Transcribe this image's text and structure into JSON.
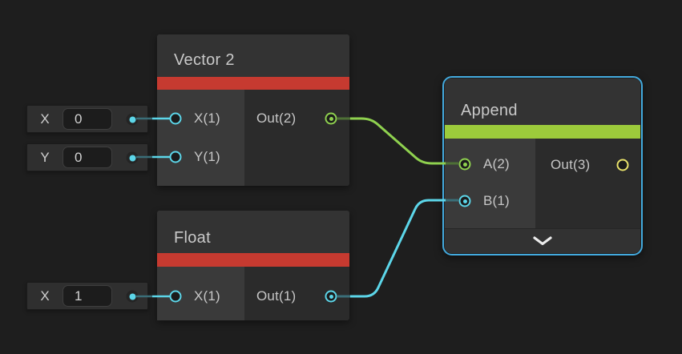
{
  "colors": {
    "canvas-bg": "#1e1e1e",
    "accent-red": "#c63a30",
    "accent-green": "#9ccb3b",
    "selection-blue": "#43aade",
    "port-cyan": "#5cd6e9",
    "port-green": "#8fd14f",
    "port-yellow": "#e9e26b",
    "wire-green-dim": "#4e7036",
    "wire-cyan-dim": "#3a6e78"
  },
  "nodes": {
    "vector2": {
      "title": "Vector 2",
      "selected": false,
      "ports": {
        "x": "X(1)",
        "y": "Y(1)",
        "out": "Out(2)"
      }
    },
    "float1": {
      "title": "Float",
      "selected": false,
      "ports": {
        "x": "X(1)",
        "out": "Out(1)"
      }
    },
    "append": {
      "title": "Append",
      "selected": true,
      "ports": {
        "a": "A(2)",
        "b": "B(1)",
        "out": "Out(3)"
      }
    }
  },
  "widgets": {
    "vector2_x": {
      "label": "X",
      "value": "0"
    },
    "vector2_y": {
      "label": "Y",
      "value": "0"
    },
    "float_x": {
      "label": "X",
      "value": "1"
    }
  }
}
